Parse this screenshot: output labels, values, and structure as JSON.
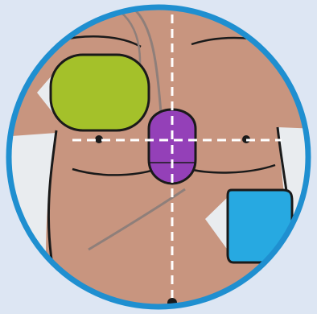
{
  "colors": {
    "background": "#dde6f3",
    "ring": "#1f8fd0",
    "skin": "#c8957f",
    "outline": "#1a1a1a",
    "pad_green": "#a4c12a",
    "pad_purple": "#9440b8",
    "pad_blue": "#27a9e1",
    "pad_shadow": "#e9ecef",
    "cable": "#8f7f7a",
    "guide_line": "#ffffff"
  },
  "pads": [
    {
      "id": "pad-right-upper",
      "color_key": "pad_green"
    },
    {
      "id": "pad-center-sternum",
      "color_key": "pad_purple"
    },
    {
      "id": "pad-left-lower",
      "color_key": "pad_blue"
    }
  ],
  "guides": {
    "vertical": "dashed",
    "horizontal": "dashed"
  }
}
